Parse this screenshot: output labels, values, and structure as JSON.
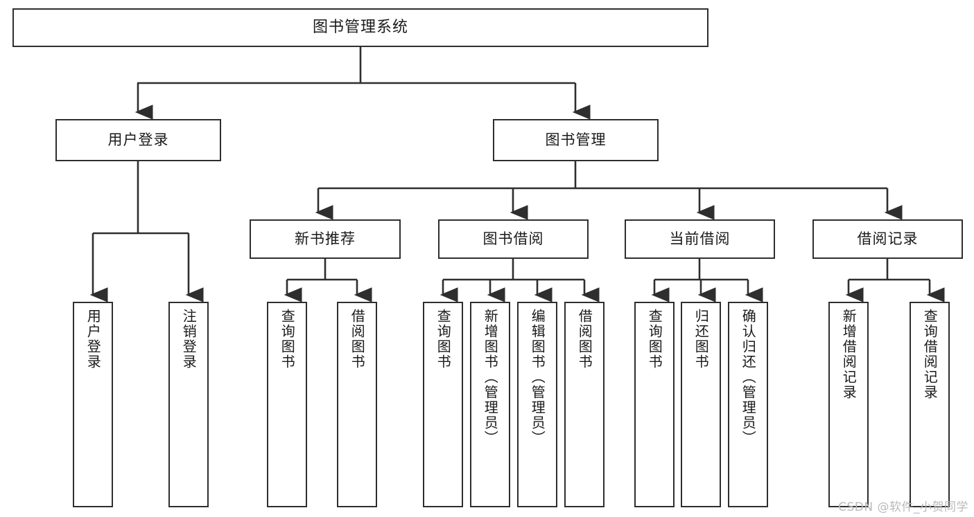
{
  "diagram": {
    "title": "图书管理系统",
    "type": "tree-hierarchy-diagram",
    "watermark": "CSDN @软件_小贺同学",
    "colors": {
      "border": "#2e2e2e",
      "text": "#1a1a1a",
      "background": "#ffffff",
      "watermark": "#b9b9b9"
    }
  },
  "nodes": {
    "root": {
      "label": "图书管理系统"
    },
    "level1": [
      {
        "id": "user-login",
        "label": "用户登录"
      },
      {
        "id": "book-management",
        "label": "图书管理"
      }
    ],
    "level2": [
      {
        "id": "new-book-recommend",
        "label": "新书推荐"
      },
      {
        "id": "book-borrow",
        "label": "图书借阅"
      },
      {
        "id": "current-borrow",
        "label": "当前借阅"
      },
      {
        "id": "borrow-record",
        "label": "借阅记录"
      }
    ],
    "leaves": {
      "user-login": [
        {
          "id": "leaf-user-login",
          "label": "用户登录"
        },
        {
          "id": "leaf-logout-login",
          "label": "注销登录"
        }
      ],
      "new-book-recommend": [
        {
          "id": "leaf-query-book-1",
          "label": "查询图书"
        },
        {
          "id": "leaf-borrow-book-1",
          "label": "借阅图书"
        }
      ],
      "book-borrow": [
        {
          "id": "leaf-query-book-2",
          "label": "查询图书"
        },
        {
          "id": "leaf-add-book",
          "label": "新增图书（管理员）"
        },
        {
          "id": "leaf-edit-book",
          "label": "编辑图书（管理员）"
        },
        {
          "id": "leaf-borrow-book-2",
          "label": "借阅图书"
        }
      ],
      "current-borrow": [
        {
          "id": "leaf-query-book-3",
          "label": "查询图书"
        },
        {
          "id": "leaf-return-book",
          "label": "归还图书"
        },
        {
          "id": "leaf-confirm-return",
          "label": "确认归还（管理员）"
        }
      ],
      "borrow-record": [
        {
          "id": "leaf-add-record",
          "label": "新增借阅记录"
        },
        {
          "id": "leaf-query-record",
          "label": "查询借阅记录"
        }
      ]
    }
  }
}
